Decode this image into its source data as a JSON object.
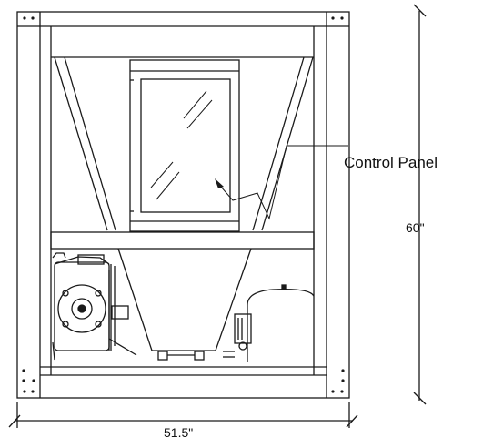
{
  "labels": {
    "control_panel": "Control Panel",
    "height_dim": "60\"",
    "width_dim": "51.5\""
  },
  "colors": {
    "line": "#1a1a1a",
    "background": "#ffffff"
  }
}
